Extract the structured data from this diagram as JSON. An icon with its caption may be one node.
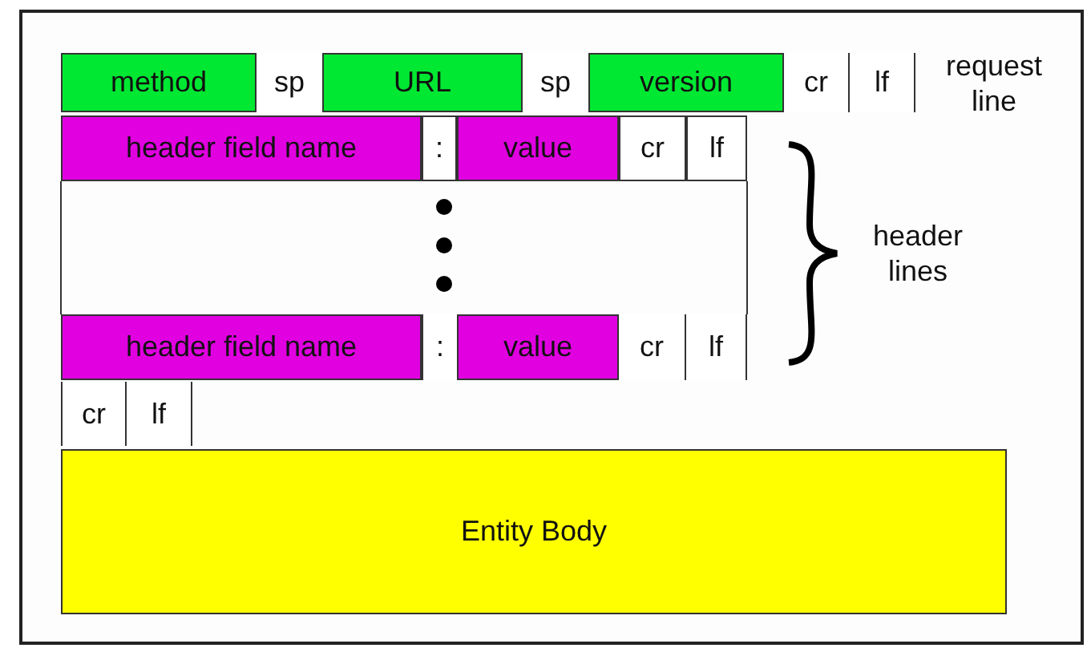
{
  "diagram": {
    "nodes": [
      {
        "text": [
          "method"
        ]
      },
      {
        "text": [
          "sp"
        ]
      },
      {
        "text": [
          "URL"
        ]
      },
      {
        "text": [
          "sp"
        ]
      },
      {
        "text": [
          "version"
        ]
      },
      {
        "text": [
          "cr"
        ]
      },
      {
        "text": [
          "lf"
        ]
      },
      {
        "text": [
          "header field name"
        ]
      },
      {
        "text": [
          ":"
        ]
      },
      {
        "text": [
          "value"
        ]
      },
      {
        "text": [
          "cr"
        ]
      },
      {
        "text": [
          "lf"
        ]
      },
      {
        "text": [
          "header field name"
        ]
      },
      {
        "text": [
          ":"
        ]
      },
      {
        "text": [
          "value"
        ]
      },
      {
        "text": [
          "cr"
        ]
      },
      {
        "text": [
          "lf"
        ]
      },
      {
        "text": [
          "cr"
        ]
      },
      {
        "text": [
          "lf"
        ]
      },
      {
        "text": [
          "Entity Body"
        ]
      }
    ],
    "labels": [
      "request line",
      "header lines"
    ]
  }
}
